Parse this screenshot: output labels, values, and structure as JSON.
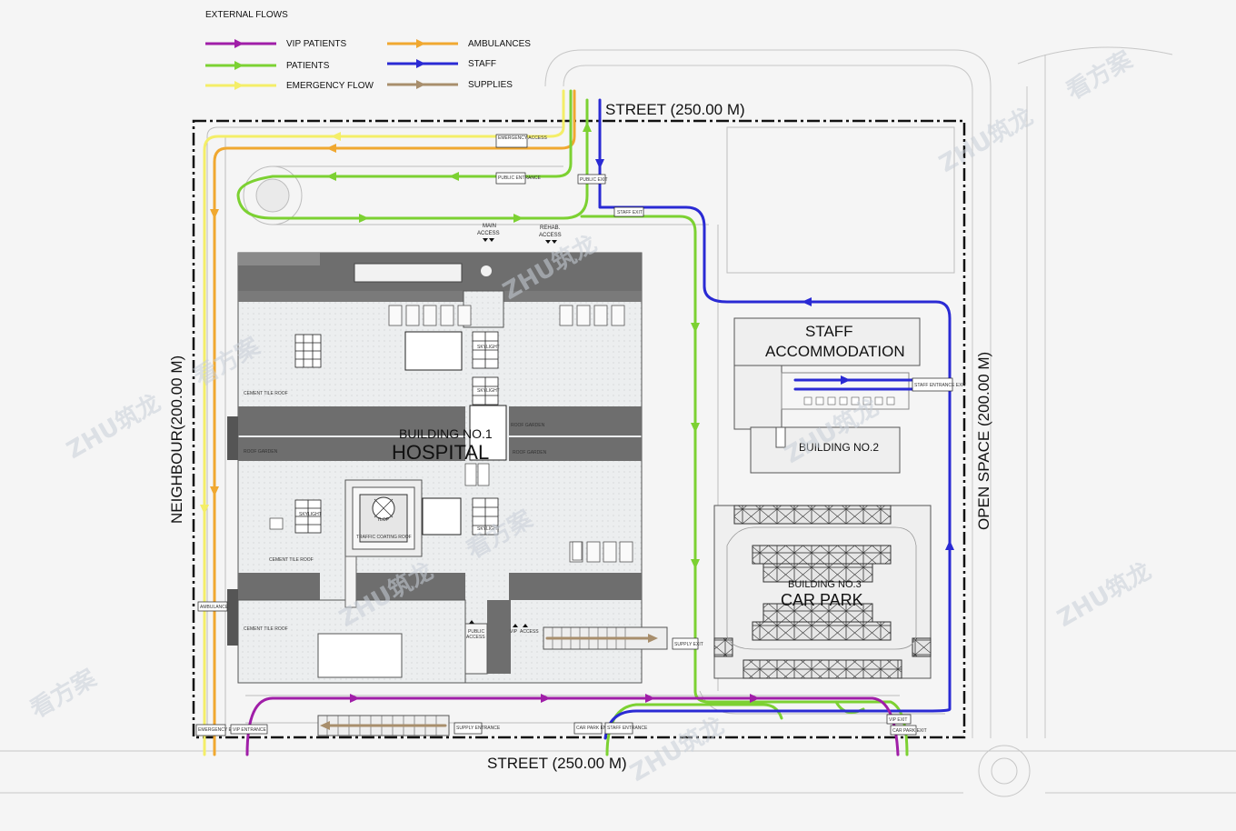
{
  "legend": {
    "title": "EXTERNAL FLOWS",
    "items": [
      {
        "label": "VIP PATIENTS",
        "color": "#a01ea8"
      },
      {
        "label": "AMBULANCES",
        "color": "#f0a830"
      },
      {
        "label": "PATIENTS",
        "color": "#7cd132"
      },
      {
        "label": "STAFF",
        "color": "#2a2ad4"
      },
      {
        "label": "EMERGENCY FLOW",
        "color": "#f4ee68"
      },
      {
        "label": "SUPPLIES",
        "color": "#a88e6c"
      }
    ]
  },
  "site": {
    "street_top": "STREET (250.00 M)",
    "street_bottom": "STREET (250.00 M)",
    "neighbour": "NEIGHBOUR(200.00 M)",
    "open_space": "OPEN SPACE (200.00 M)"
  },
  "buildings": {
    "hospital_number": "BUILDING NO.1",
    "hospital_name": "HOSPITAL",
    "staff_line1": "STAFF",
    "staff_line2": "ACCOMMODATION",
    "staff_number": "BUILDING NO.2",
    "carpark_number": "BUILDING NO.3",
    "carpark_name": "CAR PARK"
  },
  "access_labels": {
    "emergency_access": "EMERGENCY ACCESS",
    "public_entrance": "PUBLIC ENTRANCE",
    "public_exit": "PUBLIC EXIT",
    "main_access_1": "MAIN",
    "main_access_2": "ACCESS",
    "rehab_access_1": "REHAB.",
    "rehab_access_2": "ACCESS",
    "staff_exit": "STAFF EXIT",
    "staff_entrance_exit": "STAFF ENTRANCE EXIT",
    "ambulance": "AMBULANCE",
    "public_access_1": "PUBLIC",
    "public_access_2": "ACCESS",
    "vip_access_1": "VIP",
    "vip_access_2": "ACCESS",
    "supply_exit": "SUPPLY EXIT",
    "emergency_exit": "EMERGENCY EXIT",
    "vip_entrance": "VIP ENTRANCE",
    "supply_entrance": "SUPPLY ENTRANCE",
    "car_park_entrance": "CAR PARK ENTRANCE",
    "staff_entrance": "STAFF ENTRANCE",
    "vip_exit": "VIP EXIT",
    "car_park_exit": "CAR PARK EXIT"
  },
  "roof_labels": {
    "cement_tile_roof": "CEMENT TILE ROOF",
    "roof_garden": "ROOF GARDEN",
    "skylight": "SKYLIGHT",
    "traffic_coating_roof": "TRAFFIC COATING ROOF",
    "tlop": "TLOP"
  },
  "watermark": {
    "brand": "ZHU筑龙",
    "text": "看方案"
  }
}
